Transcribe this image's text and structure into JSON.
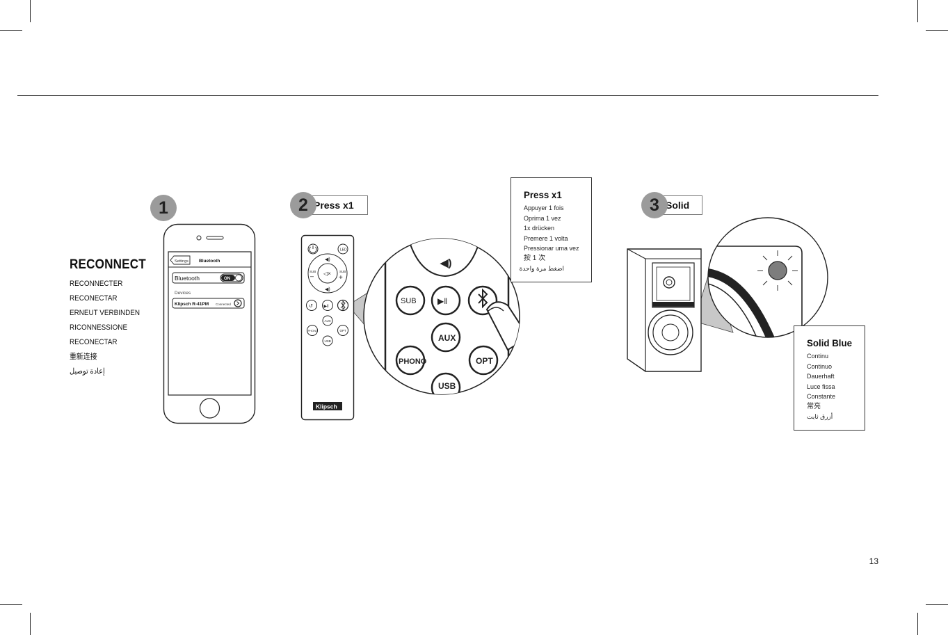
{
  "reconnect": {
    "title": "RECONNECT",
    "translations": [
      "RECONNECTER",
      "RECONECTAR",
      "ERNEUT VERBINDEN",
      "RICONNESSIONE",
      "RECONECTAR",
      "重新连接",
      "إعادة توصيل"
    ]
  },
  "step1": {
    "number": "1"
  },
  "phone": {
    "back_label": "Settings",
    "screen_title": "Bluetooth",
    "bluetooth_label": "Bluetooth",
    "toggle_label": "ON",
    "devices_header": "Devices",
    "device_name": "Klipsch R-41PM",
    "device_status": "Connected"
  },
  "step2": {
    "number": "2",
    "label": "Press x1"
  },
  "remote": {
    "sub_label": "SUB",
    "led_label": "LED",
    "aux_label": "AUX",
    "phono_label": "PHONO",
    "opt_label": "OPT",
    "usb_label": "USB",
    "brand": "Klipsch"
  },
  "press_callout": {
    "title": "Press x1",
    "lines": [
      "Appuyer 1 fois",
      "Oprima 1 vez",
      "1x drücken",
      "Premere 1 volta",
      "Pressionar uma vez",
      "按 1 次",
      "اضغط مرة واحدة"
    ]
  },
  "step3": {
    "number": "3",
    "label": "Solid"
  },
  "solid_callout": {
    "title": "Solid Blue",
    "lines": [
      "Continu",
      "Continuo",
      "Dauerhaft",
      "Luce fissa",
      "Constante",
      "常亮",
      "أزرق ثابت"
    ]
  },
  "page_number": "13",
  "colors": {
    "step_circle": "#9b9b9b",
    "led_indicator": "#7d7d7d",
    "callout_fill": "#c8c8c8"
  }
}
